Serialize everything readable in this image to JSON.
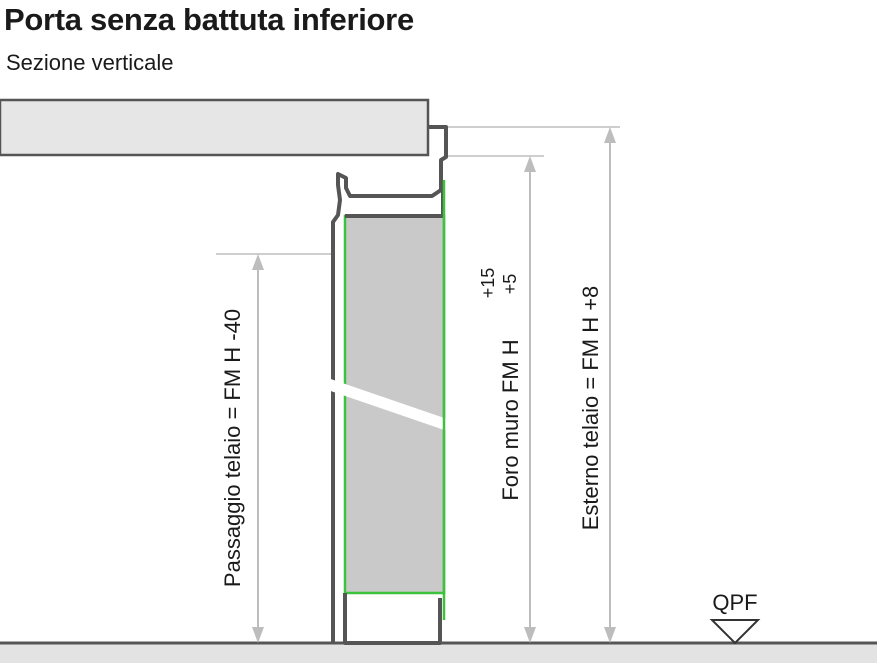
{
  "header": {
    "title": "Porta senza battuta inferiore",
    "subtitle": "Sezione verticale"
  },
  "dimensions": {
    "passaggio": "Passaggio telaio = FM H -40",
    "foro_prefix": "Foro muro FM H",
    "foro_tol_plus": "+15",
    "foro_tol_minus": "+5",
    "esterno": "Esterno telaio = FM H +8"
  },
  "floor_marker": {
    "label": "QPF"
  },
  "colors": {
    "gasket": "#3cc23c",
    "panel": "#c9c9c9",
    "frame": "#555555",
    "dim_line": "#bbbbbb"
  }
}
